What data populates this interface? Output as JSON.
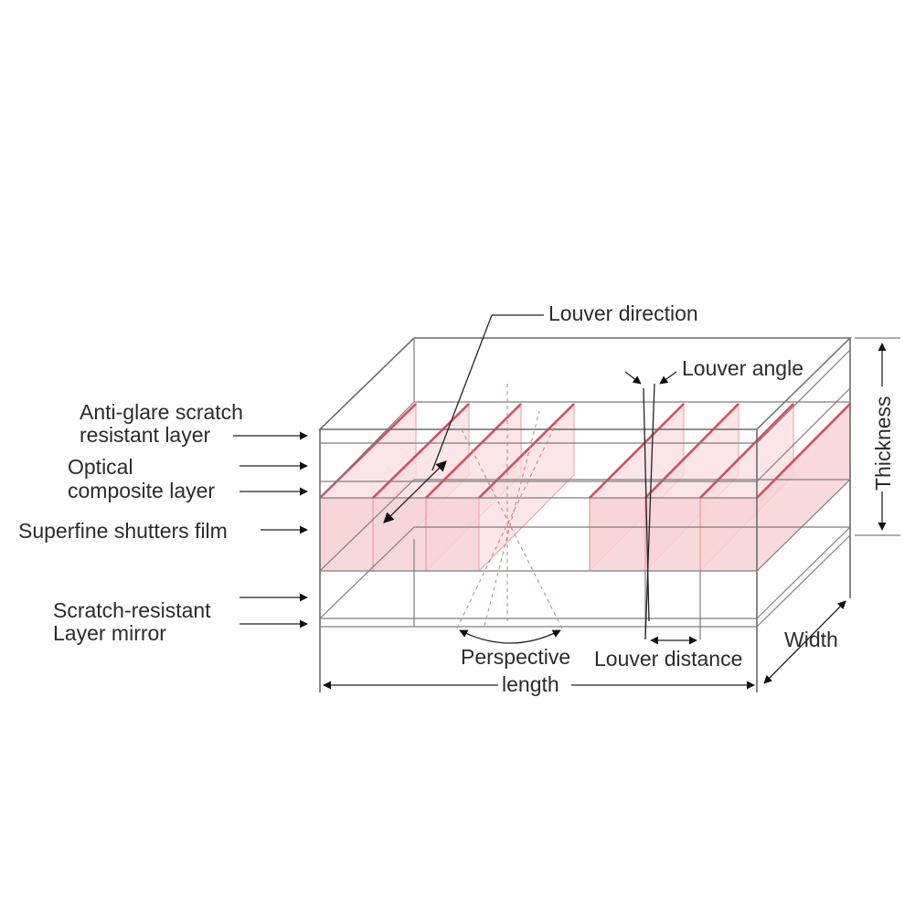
{
  "labels": {
    "louver_direction": "Louver direction",
    "louver_angle": "Louver angle",
    "thickness": "Thickness",
    "anti_glare_line1": "Anti-glare scratch",
    "anti_glare_line2": "resistant layer",
    "optical_line1": "Optical",
    "optical_line2": "composite layer",
    "shutters_film": "Superfine shutters film",
    "scratch_line1": "Scratch-resistant",
    "scratch_line2": "Layer mirror",
    "perspective": "Perspective",
    "length": "length",
    "louver_distance": "Louver distance",
    "width": "Width"
  },
  "colors": {
    "louver_fill": "#f7d2d5",
    "louver_edge": "#d64d5c",
    "frame": "#6b6b6b",
    "text": "#2b2b2b"
  }
}
